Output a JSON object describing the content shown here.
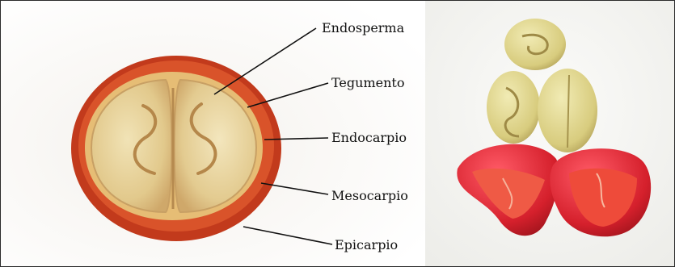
{
  "labels": {
    "endosperma": "Endosperma",
    "tegumento": "Tegumento",
    "endocarpio": "Endocarpio",
    "mesocarpio": "Mesocarpio",
    "epicarpio": "Epicarpio"
  },
  "colors": {
    "epicarp": "#c8321c",
    "mesocarp": "#d8542e",
    "endosperm": "#e7d39a",
    "bean_green": "#dcd48a",
    "cherry_red": "#d7262f",
    "pulp": "#ec4a3a"
  }
}
